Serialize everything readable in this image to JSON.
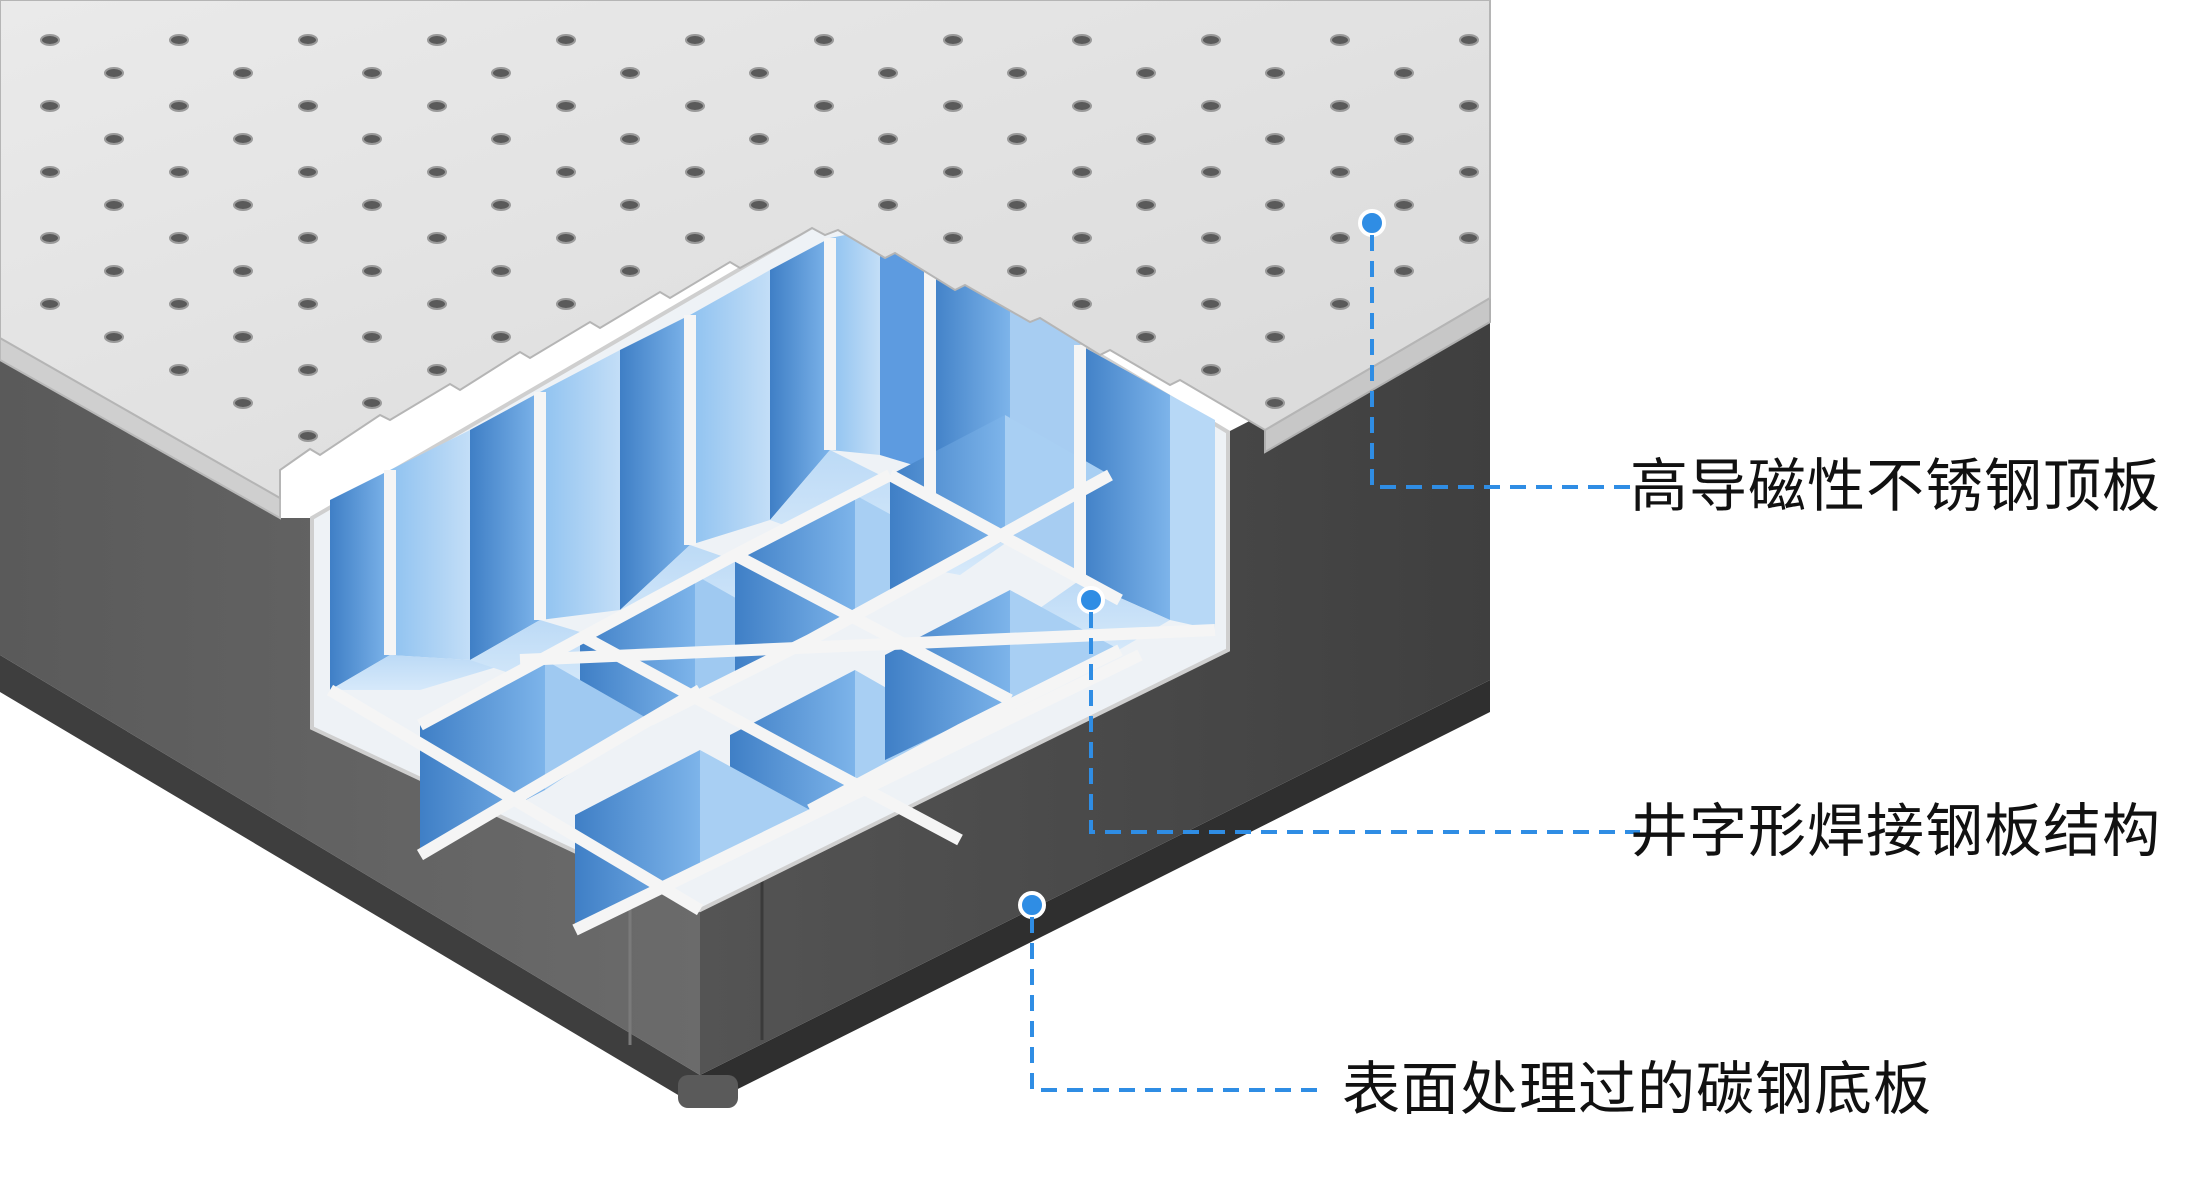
{
  "labels": {
    "top_plate": "高导磁性不锈钢顶板",
    "grid_structure": "井字形焊接钢板结构",
    "bottom_plate": "表面处理过的碳钢底板"
  },
  "colors": {
    "callout": "#2f8de4",
    "top_surface": "#e2e2e2",
    "side_dark": "#4f4f4f",
    "cell_light": "#a9cff3",
    "cell_dark": "#4d8fd3",
    "rib": "#f3f3f3"
  }
}
